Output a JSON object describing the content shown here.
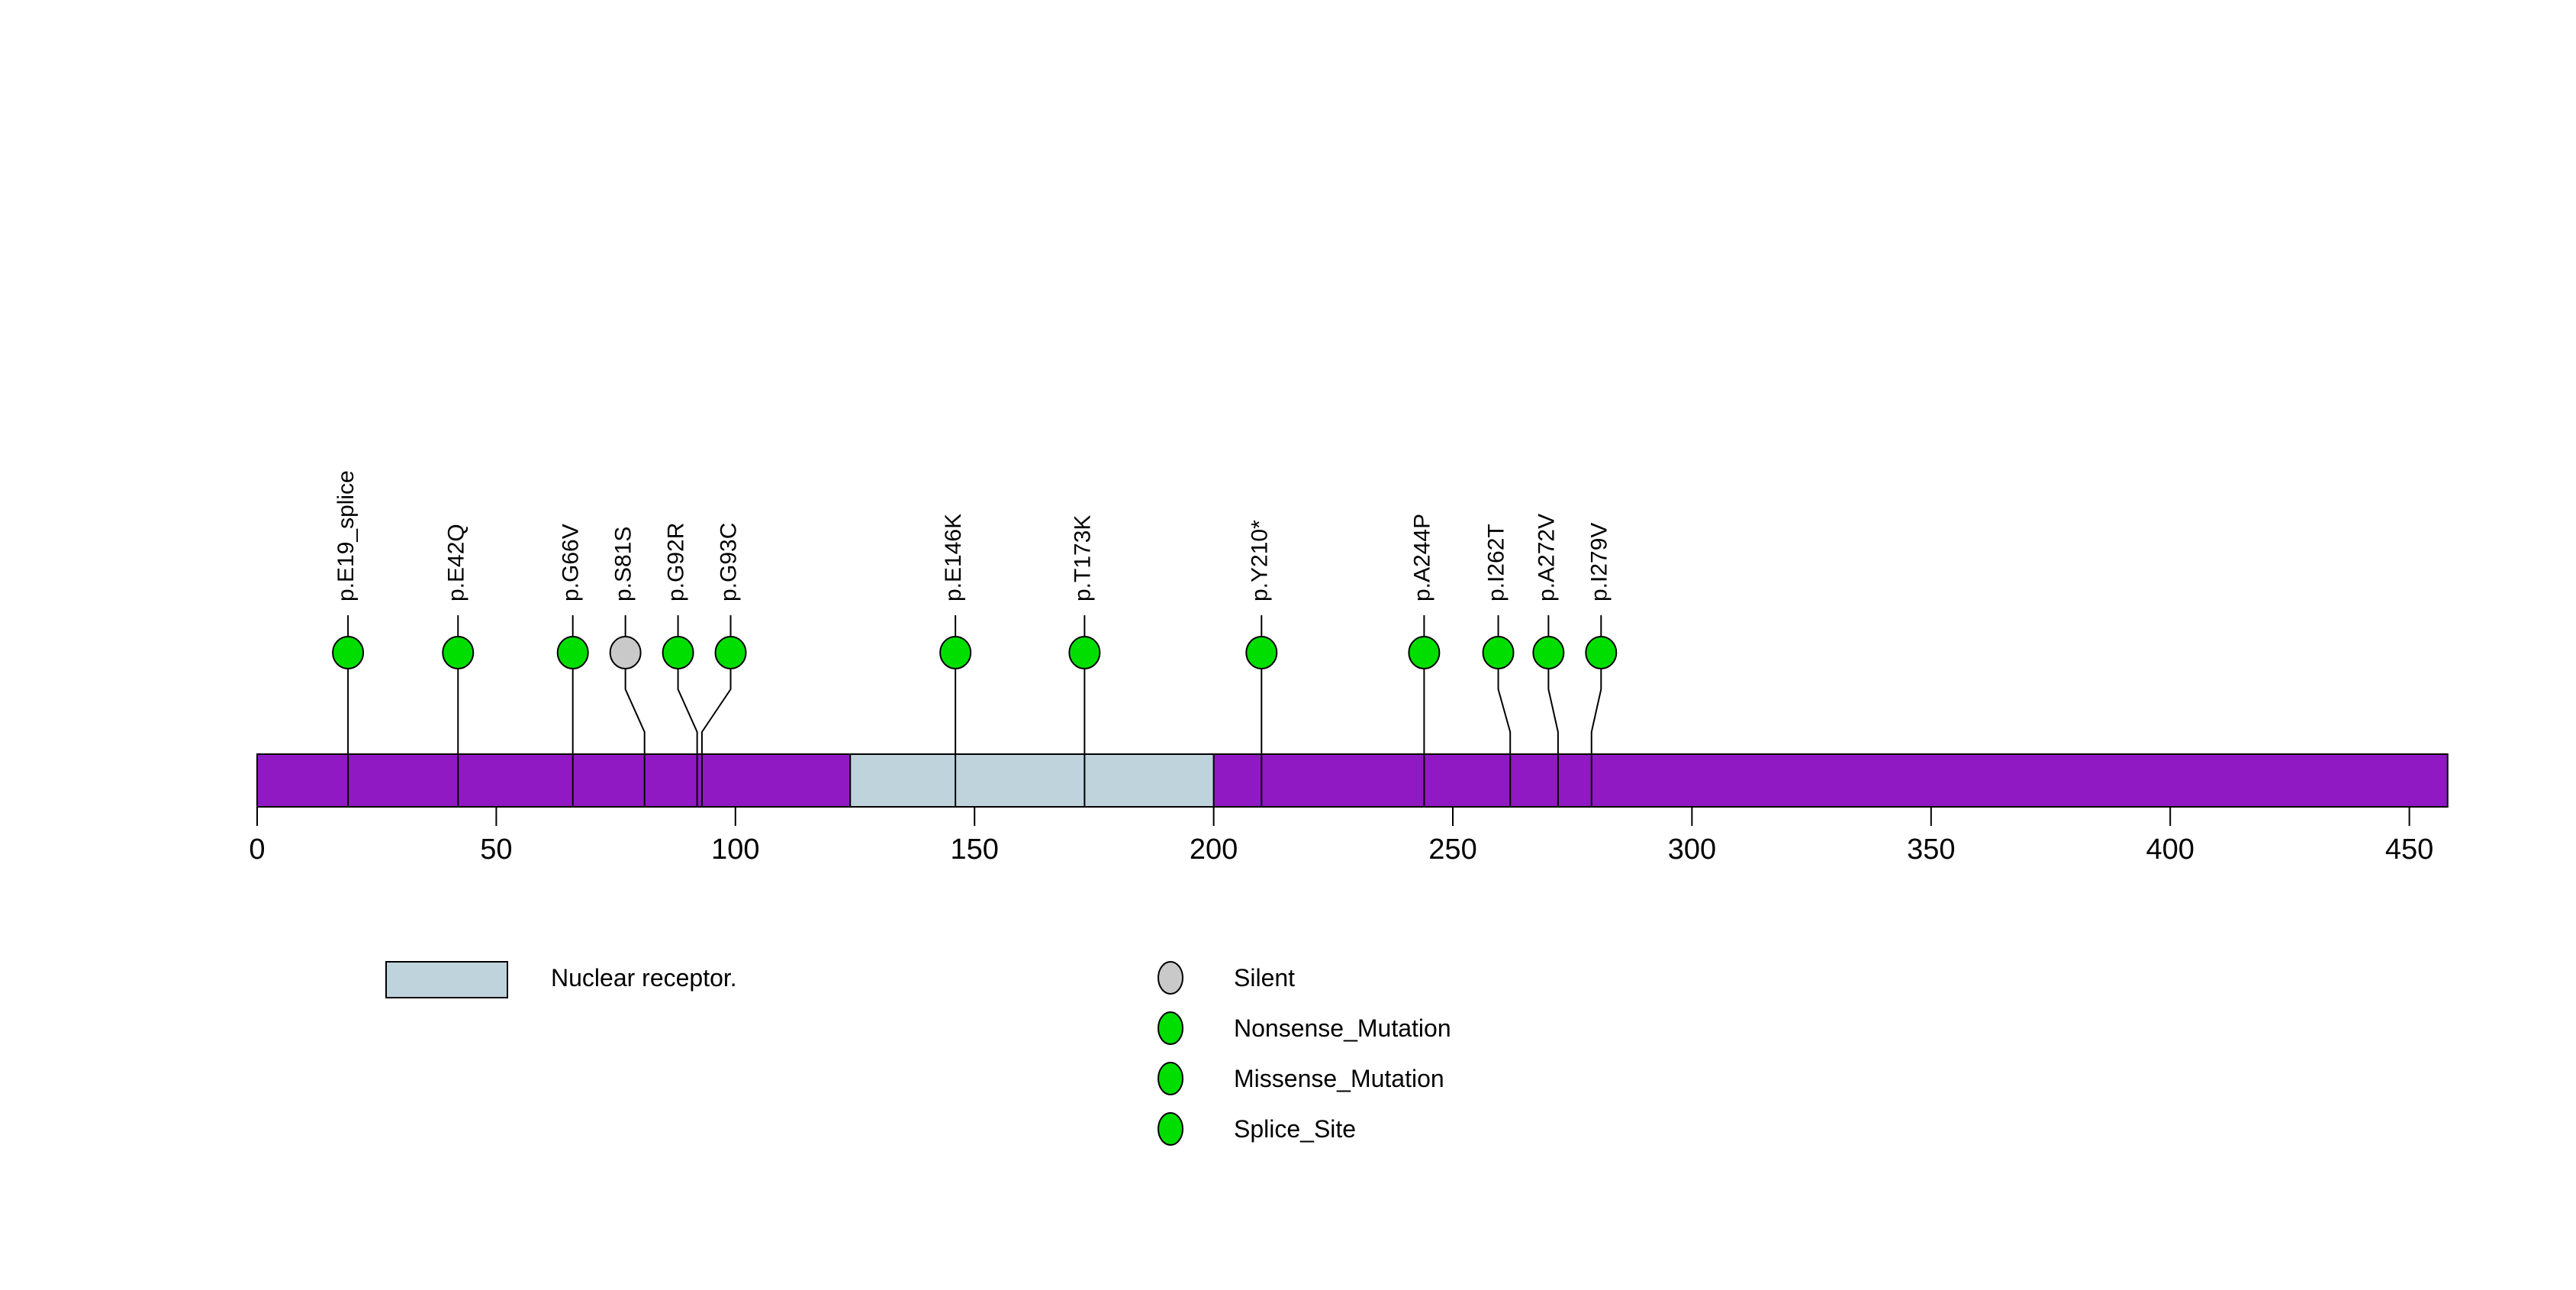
{
  "chart_data": {
    "type": "lollipop",
    "title": "",
    "xlabel": "",
    "ylabel": "",
    "grid": false,
    "legend_position": "bottom",
    "axis": {
      "xlim": [
        0,
        458
      ],
      "tick_values": [
        0,
        50,
        100,
        150,
        200,
        250,
        300,
        350,
        400,
        450
      ],
      "tick_labels": [
        "0",
        "50",
        "100",
        "150",
        "200",
        "250",
        "300",
        "350",
        "400",
        "450"
      ]
    },
    "protein": {
      "length": 458,
      "backbone_color": "#9119C4",
      "outline_color": "#000000"
    },
    "domains": [
      {
        "label": "Nuclear receptor.",
        "start": 124,
        "end": 200,
        "color": "#BED3DB"
      }
    ],
    "mutations": [
      {
        "label": "p.E19_splice",
        "pos": 19,
        "label_pos": 19,
        "type": "Splice_Site"
      },
      {
        "label": "p.E42Q",
        "pos": 42,
        "label_pos": 42,
        "type": "Missense_Mutation"
      },
      {
        "label": "p.G66V",
        "pos": 66,
        "label_pos": 66,
        "type": "Missense_Mutation"
      },
      {
        "label": "p.S81S",
        "pos": 81,
        "label_pos": 77,
        "type": "Silent"
      },
      {
        "label": "p.G92R",
        "pos": 92,
        "label_pos": 88,
        "type": "Missense_Mutation"
      },
      {
        "label": "p.G93C",
        "pos": 93,
        "label_pos": 99,
        "type": "Missense_Mutation"
      },
      {
        "label": "p.E146K",
        "pos": 146,
        "label_pos": 146,
        "type": "Missense_Mutation"
      },
      {
        "label": "p.T173K",
        "pos": 173,
        "label_pos": 173,
        "type": "Missense_Mutation"
      },
      {
        "label": "p.Y210*",
        "pos": 210,
        "label_pos": 210,
        "type": "Nonsense_Mutation"
      },
      {
        "label": "p.A244P",
        "pos": 244,
        "label_pos": 244,
        "type": "Missense_Mutation"
      },
      {
        "label": "p.I262T",
        "pos": 262,
        "label_pos": 259.5,
        "type": "Missense_Mutation"
      },
      {
        "label": "p.A272V",
        "pos": 272,
        "label_pos": 270,
        "type": "Missense_Mutation"
      },
      {
        "label": "p.I279V",
        "pos": 279,
        "label_pos": 281,
        "type": "Missense_Mutation"
      }
    ],
    "mutation_type_colors": {
      "Silent": "#C9C9C9",
      "Nonsense_Mutation": "#00DE00",
      "Missense_Mutation": "#00DE00",
      "Splice_Site": "#00DE00"
    },
    "legend": {
      "domain_items": [
        {
          "label": "Nuclear receptor.",
          "color": "#BED3DB"
        }
      ],
      "type_items": [
        {
          "label": "Silent",
          "color": "#C9C9C9"
        },
        {
          "label": "Nonsense_Mutation",
          "color": "#00DE00"
        },
        {
          "label": "Missense_Mutation",
          "color": "#00DE00"
        },
        {
          "label": "Splice_Site",
          "color": "#00DE00"
        }
      ]
    }
  }
}
